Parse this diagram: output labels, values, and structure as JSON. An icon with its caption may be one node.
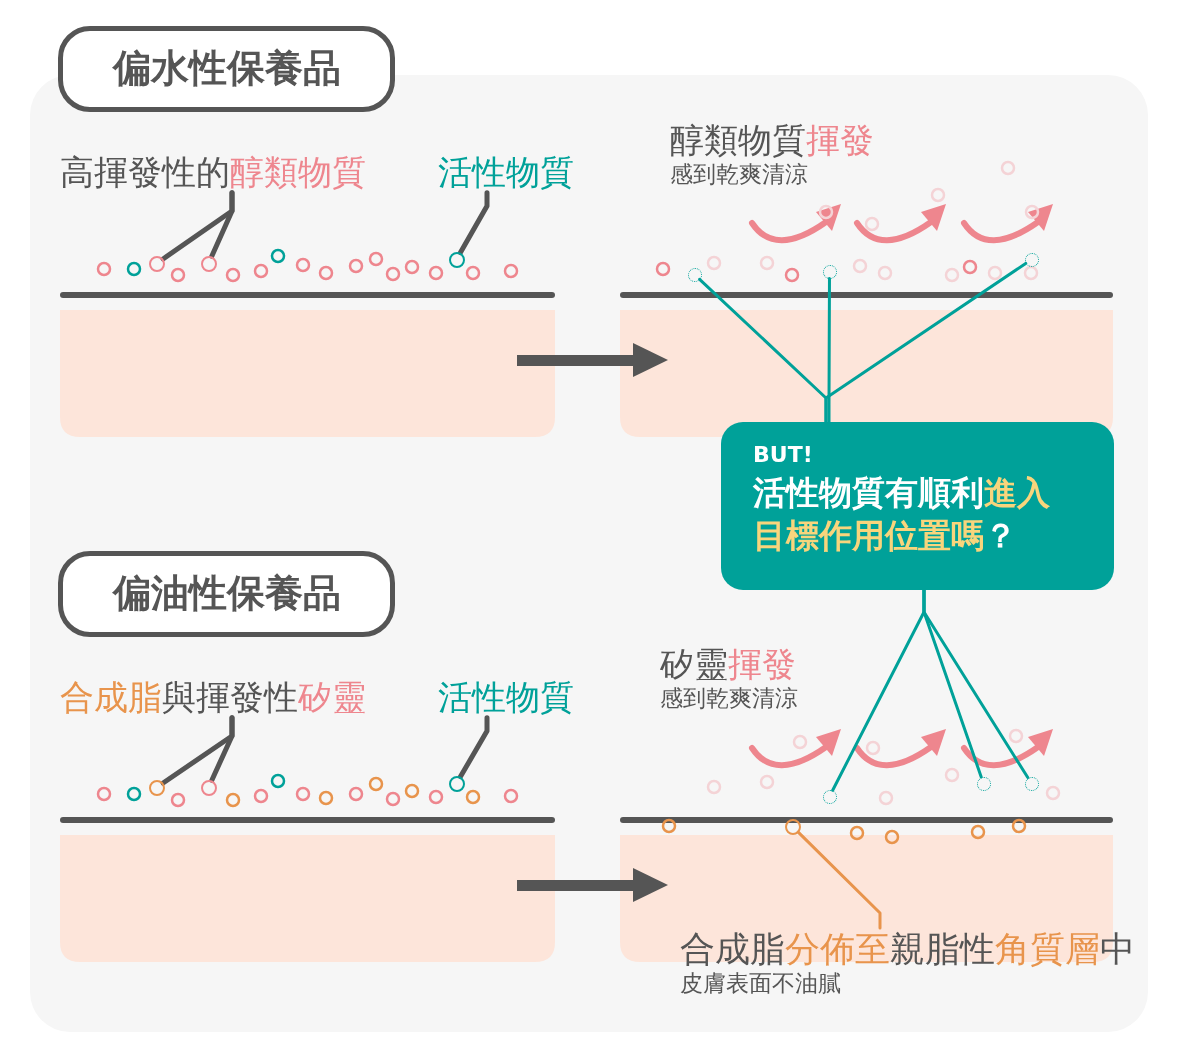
{
  "diagram": {
    "nodes": [
      {
        "text": [
          "偏水性保養品"
        ]
      },
      {
        "text": [
          "高揮發性的醇類物質"
        ]
      },
      {
        "text": [
          "活性物質"
        ]
      },
      {
        "text": [],
        "shape": "circle"
      },
      {
        "text": [],
        "shape": "circle"
      },
      {
        "text": [],
        "shape": "circle"
      },
      {
        "text": [
          "醇類物質揮發",
          "感到乾爽清涼"
        ]
      },
      {
        "text": [
          "BUT!",
          "活性物質有順利進入目標作用位置嗎？"
        ]
      },
      {
        "text": [],
        "shape": "circle"
      },
      {
        "text": [],
        "shape": "circle"
      },
      {
        "text": [],
        "shape": "circle"
      },
      {
        "text": [
          "偏油性保養品"
        ]
      },
      {
        "text": [
          "合成脂與揮發性矽靈"
        ]
      },
      {
        "text": [],
        "shape": "circle"
      },
      {
        "text": [],
        "shape": "circle"
      },
      {
        "text": [
          "活性物質"
        ]
      },
      {
        "text": [],
        "shape": "circle"
      },
      {
        "text": [
          "矽靈揮發",
          "感到乾爽清涼"
        ]
      },
      {
        "text": [],
        "shape": "circle"
      },
      {
        "text": [],
        "shape": "circle"
      },
      {
        "text": [],
        "shape": "circle"
      },
      {
        "text": [
          "合成脂分佈至親脂性角質層中",
          "皮膚表面不油膩"
        ]
      },
      {
        "text": [],
        "shape": "circle"
      }
    ],
    "edges": [
      {
        "from": 1,
        "to": 3,
        "arrow": "none"
      },
      {
        "from": 1,
        "to": 4,
        "arrow": "none"
      },
      {
        "from": 2,
        "to": 5,
        "arrow": "none"
      },
      {
        "from": 7,
        "to": 8,
        "arrow": "none",
        "color": "#00a199"
      },
      {
        "from": 7,
        "to": 9,
        "arrow": "none",
        "color": "#00a199"
      },
      {
        "from": 7,
        "to": 10,
        "arrow": "none",
        "color": "#00a199"
      },
      {
        "from": 12,
        "to": 13,
        "arrow": "none"
      },
      {
        "from": 12,
        "to": 14,
        "arrow": "none"
      },
      {
        "from": 15,
        "to": 16,
        "arrow": "none"
      },
      {
        "from": 7,
        "to": 18,
        "arrow": "none",
        "color": "#00a199"
      },
      {
        "from": 7,
        "to": 19,
        "arrow": "none",
        "color": "#00a199"
      },
      {
        "from": 7,
        "to": 20,
        "arrow": "none",
        "color": "#00a199"
      },
      {
        "from": 21,
        "to": 22,
        "arrow": "none",
        "color": "#e8944c"
      }
    ]
  }
}
